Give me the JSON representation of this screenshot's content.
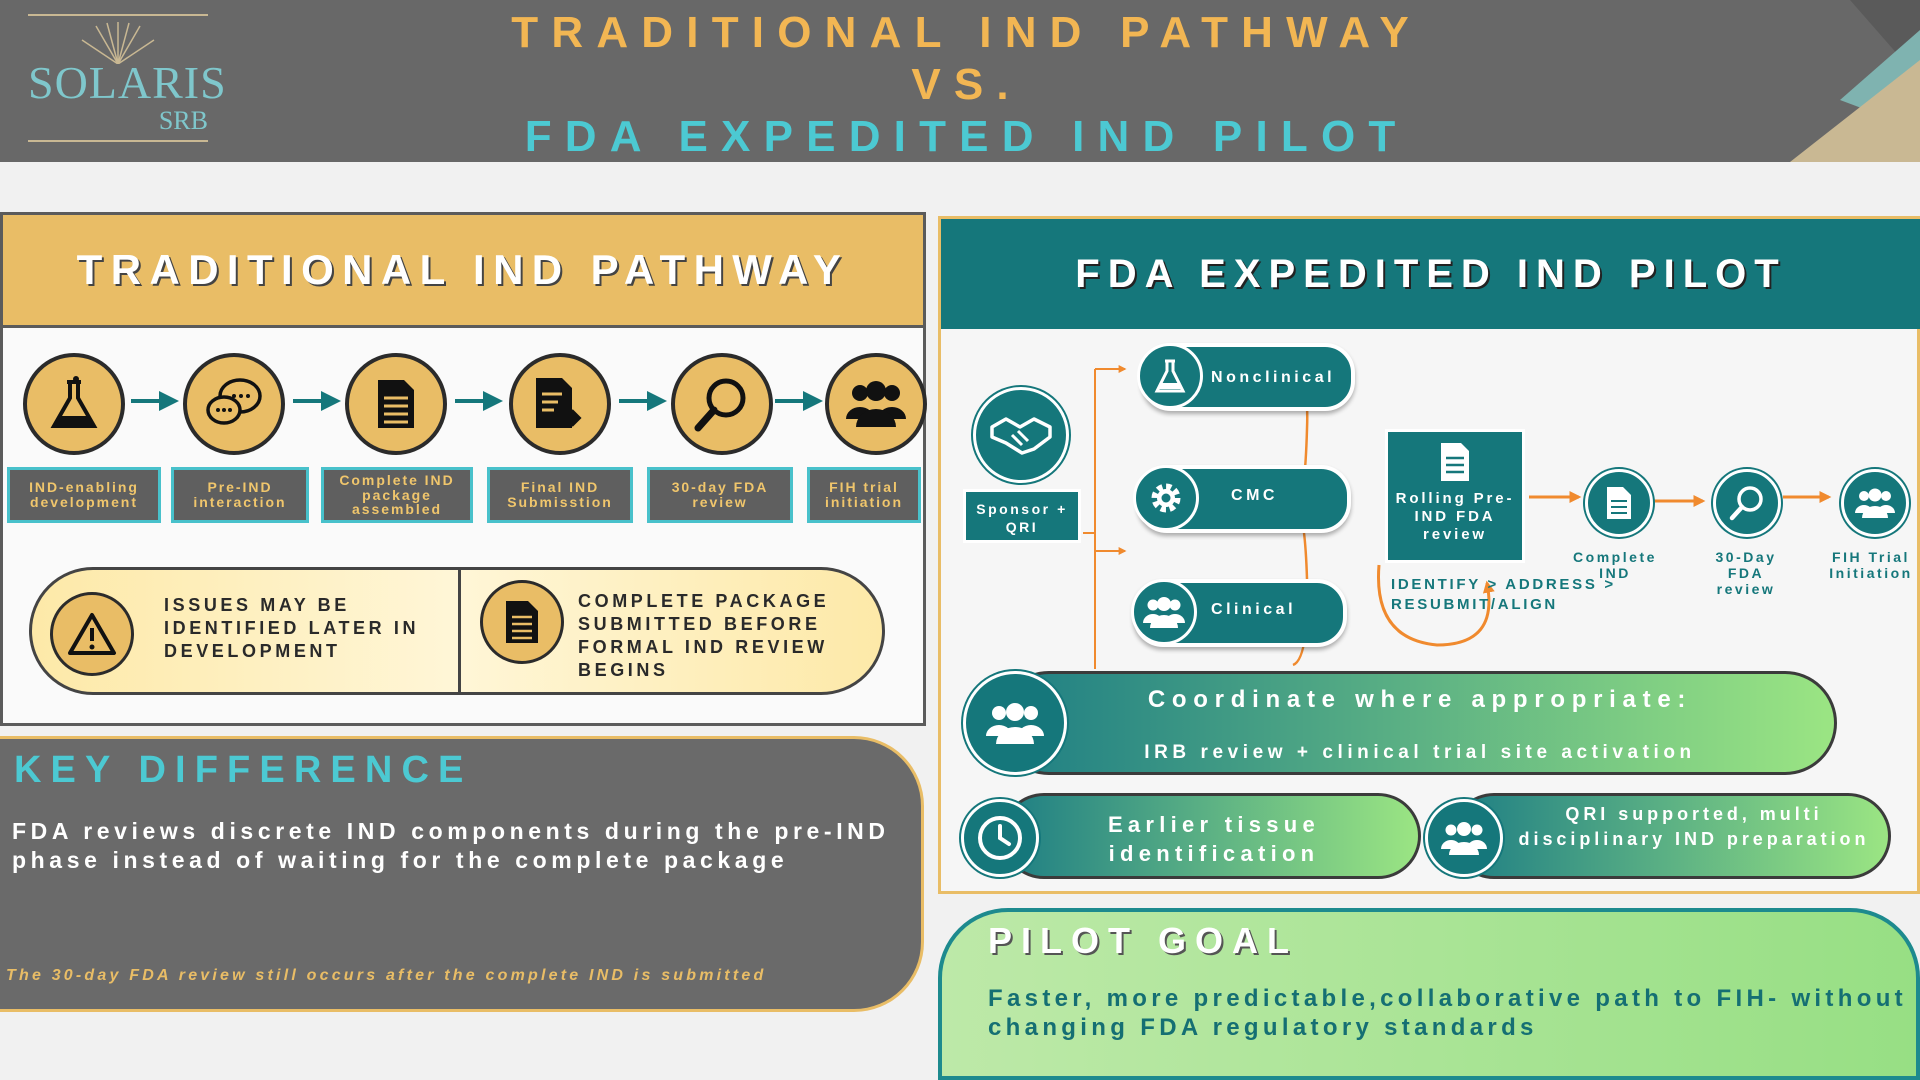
{
  "header": {
    "logo": {
      "main": "SOLARIS",
      "sub": "SRB"
    },
    "title_line1": "TRADITIONAL IND PATHWAY",
    "title_line2": "VS.",
    "title_line3": "FDA EXPEDITED IND PILOT"
  },
  "traditional": {
    "title": "TRADITIONAL IND PATHWAY",
    "steps": [
      {
        "label": "IND-enabling development",
        "icon": "flask-icon"
      },
      {
        "label": "Pre-IND interaction",
        "icon": "chat-bubbles-icon"
      },
      {
        "label": "Complete IND package assembled",
        "icon": "document-icon"
      },
      {
        "label": "Final IND Submisstion",
        "icon": "document-submit-icon"
      },
      {
        "label": "30-day FDA review",
        "icon": "magnifier-icon"
      },
      {
        "label": "FIH trial initiation",
        "icon": "group-icon"
      }
    ],
    "issues": {
      "left_text": "ISSUES MAY BE IDENTIFIED LATER IN DEVELOPMENT",
      "right_text": "COMPLETE PACKAGE SUBMITTED BEFORE FORMAL IND REVIEW BEGINS"
    }
  },
  "key_difference": {
    "title": "KEY DIFFERENCE",
    "text": "FDA reviews discrete IND components during the pre-IND phase instead of waiting for the complete package",
    "note": "The 30-day FDA review still occurs after the complete IND is submitted"
  },
  "pilot": {
    "title": "FDA EXPEDITED IND PILOT",
    "sponsor": "Sponsor + QRI",
    "components": [
      "Nonclinical",
      "CMC",
      "Clinical"
    ],
    "rolling": "Rolling Pre-IND FDA review",
    "cycle": "IDENTIFY > ADDRESS > RESUBMIT/ALIGN",
    "steps": [
      "Complete IND",
      "30-Day FDA review",
      "FIH Trial Initiation"
    ],
    "coordinate": {
      "title": "Coordinate where appropriate:",
      "detail": "IRB review + clinical trial site activation"
    },
    "tissue": "Earlier tissue identification",
    "qri": "QRI supported, multi disciplinary IND preparation"
  },
  "goal": {
    "title": "PILOT GOAL",
    "text": "Faster, more predictable,collaborative path to FIH- without changing FDA regulatory standards"
  },
  "colors": {
    "gold": "#e9bd66",
    "teal": "#15777b",
    "cyan": "#4cc9d2",
    "gray": "#686868",
    "orange": "#f08a2e"
  }
}
